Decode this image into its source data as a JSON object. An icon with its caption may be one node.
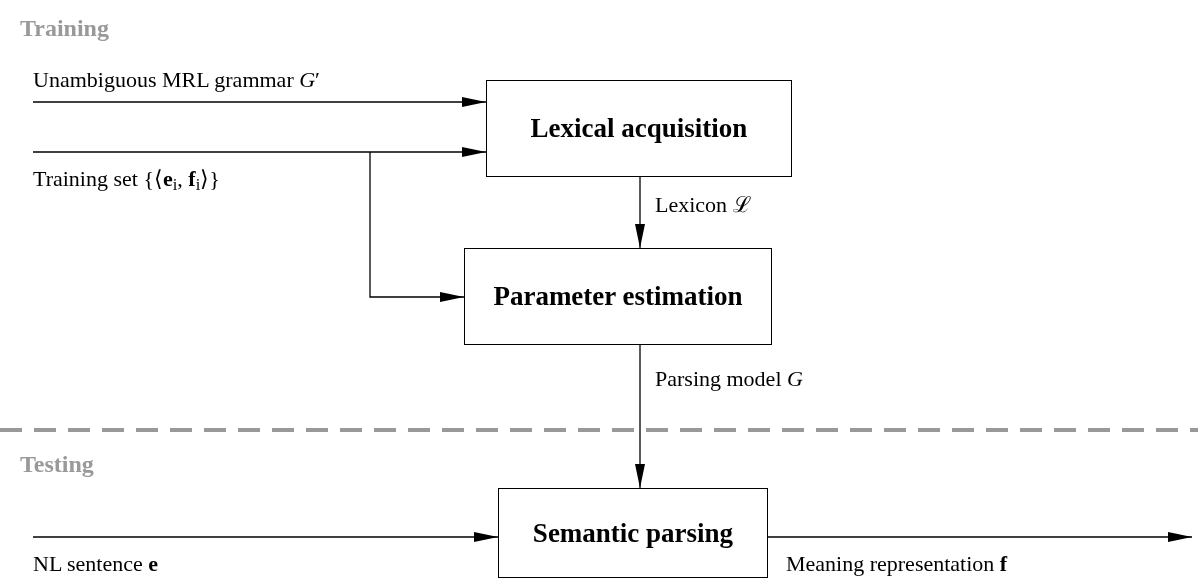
{
  "diagram": {
    "nodes": [
      {
        "text": [
          "Lexical acquisition"
        ]
      },
      {
        "text": [
          "Parameter estimation"
        ]
      },
      {
        "text": [
          "Semantic parsing"
        ]
      }
    ],
    "edges": [
      {
        "from": null,
        "to": 0,
        "arrow": "to",
        "label": "Unambiguous MRL grammar *G*′"
      },
      {
        "from": null,
        "to": 0,
        "arrow": "to",
        "label": "Training set {⟨**e**$_{i}$, **f**$_{i}$⟩}"
      },
      {
        "from": null,
        "to": 1,
        "arrow": "to"
      },
      {
        "from": 0,
        "to": 1,
        "arrow": "to",
        "label": "Lexicon ℒ"
      },
      {
        "from": 1,
        "to": 2,
        "arrow": "to",
        "label": "Parsing model *G*"
      },
      {
        "from": null,
        "to": 2,
        "arrow": "to",
        "label": "NL sentence **e**"
      },
      {
        "from": 2,
        "to": null,
        "arrow": "to",
        "label": "Meaning representation **f**"
      }
    ],
    "labels": [
      "Training",
      "Testing"
    ]
  }
}
